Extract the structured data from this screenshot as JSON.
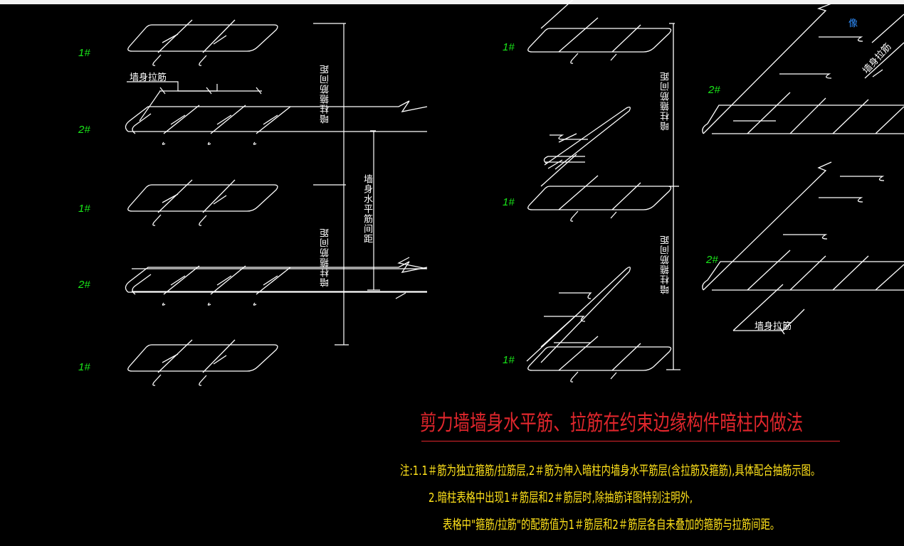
{
  "drawing": {
    "title": "剪力墙墙身水平筋、拉筋在约束边缘构件暗柱内做法",
    "notes": [
      "注:1.1＃筋为独立箍筋/拉筋层,2＃筋为伸入暗柱内墙身水平筋层(含拉筋及箍筋),具体配合抽筋示图。",
      "2.暗柱表格中出现1＃筋层和2＃筋层时,除抽筋详图特别注明外,",
      "表格中\"箍筋/拉筋\"的配筋值为1＃筋层和2＃筋层各自未叠加的箍筋与拉筋间距。"
    ],
    "layer_labels": {
      "l1": "1#",
      "l2": "2#"
    },
    "annotations": {
      "wall_tie": "墙身拉筋",
      "column_stirrup_spacing": "暗柱箍筋间距",
      "wall_horizontal_spacing": "墙身水平筋间距",
      "wall_tie_right": "墙身拉筋"
    },
    "icon": "像"
  },
  "colors": {
    "background": "#000000",
    "lines": "#ffffff",
    "layer_label": "#19e619",
    "title": "#e0262c",
    "notes": "#ffe21a"
  }
}
